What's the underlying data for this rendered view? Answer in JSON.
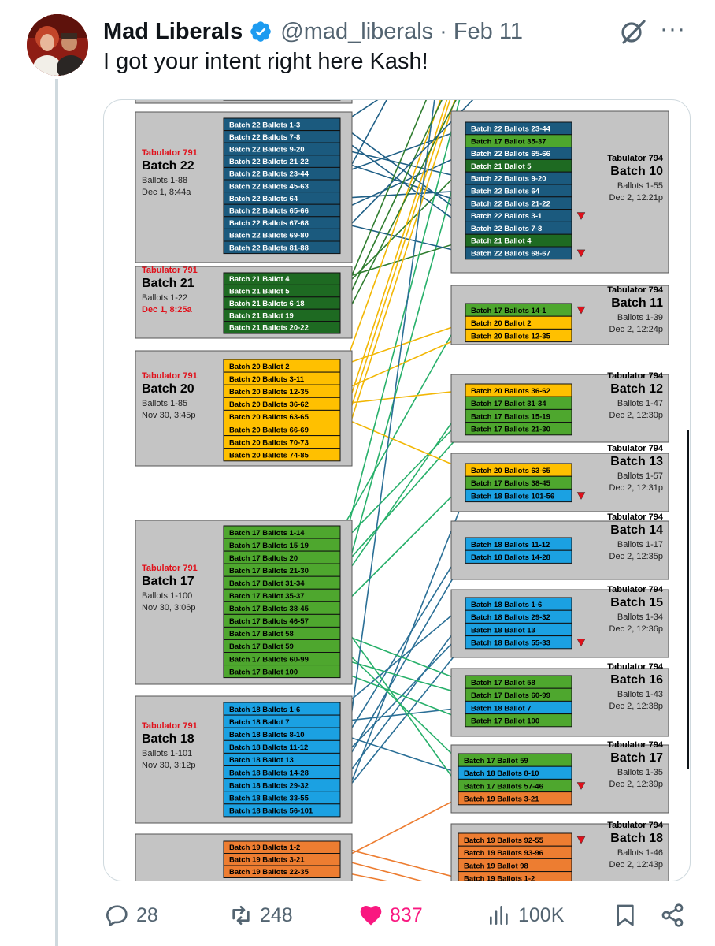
{
  "post": {
    "display_name": "Mad Liberals",
    "handle": "@mad_liberals",
    "separator": "·",
    "date": "Feb 11",
    "more_label": "···",
    "text": "I got your intent right here Kash!"
  },
  "colors": {
    "blue_dark": "#1b5a7e",
    "green_dark": "#1e6a22",
    "green": "#4ea72e",
    "yellow": "#ffc000",
    "cyan": "#1ba1e2",
    "orange": "#ed7d31",
    "panel": "#c4c4c4",
    "red": "#e0101a",
    "like": "#f91880"
  },
  "actions": {
    "replies": "28",
    "reposts": "248",
    "likes": "837",
    "views": "100K"
  },
  "diagram": {
    "left_groups": [
      {
        "tab": "Tabulator 791",
        "batch": "Batch 22",
        "ballots": "Ballots 1-88",
        "time": "Dec 1, 8:44a",
        "time_red": false,
        "items": [
          "Batch 22 Ballots 1-3",
          "Batch 22 Ballots 7-8",
          "Batch 22 Ballots 9-20",
          "Batch 22 Ballots 21-22",
          "Batch 22 Ballots 23-44",
          "Batch 22 Ballots 45-63",
          "Batch 22 Ballots 64",
          "Batch 22 Ballots 65-66",
          "Batch 22 Ballots 67-68",
          "Batch 22 Ballots 69-80",
          "Batch 22 Ballots  81-88"
        ]
      },
      {
        "tab": "Tabulator 791",
        "batch": "Batch 21",
        "ballots": "Ballots 1-22",
        "time": "Dec 1, 8:25a",
        "time_red": true,
        "items": [
          "Batch 21 Ballot 4",
          "Batch 21 Ballot 5",
          "Batch 21 Ballots 6-18",
          "Batch 21 Ballot 19",
          "Batch 21 Ballots 20-22"
        ]
      },
      {
        "tab": "Tabulator 791",
        "batch": "Batch 20",
        "ballots": "Ballots 1-85",
        "time": "Nov 30, 3:45p",
        "time_red": false,
        "items": [
          "Batch 20 Ballot 2",
          "Batch 20 Ballots 3-11",
          "Batch 20 Ballots 12-35",
          "Batch 20 Ballots 36-62",
          "Batch 20 Ballots 63-65",
          "Batch 20 Ballots 66-69",
          "Batch 20 Ballots 70-73",
          "Batch 20 Ballots 74-85"
        ]
      },
      {
        "tab": "Tabulator 791",
        "batch": "Batch 17",
        "ballots": "Ballots 1-100",
        "time": "Nov 30, 3:06p",
        "time_red": false,
        "items": [
          "Batch 17 Ballots 1-14",
          "Batch 17 Ballots 15-19",
          "Batch 17 Ballots 20",
          "Batch 17 Ballots 21-30",
          "Batch 17 Ballot 31-34",
          "Batch 17 Ballot 35-37",
          "Batch 17 Ballots 38-45",
          "Batch 17 Ballots 46-57",
          "Batch 17 Ballot 58",
          "Batch 17 Ballot 59",
          "Batch 17 Ballots 60-99",
          "Batch 17 Ballot 100"
        ]
      },
      {
        "tab": "Tabulator 791",
        "batch": "Batch 18",
        "ballots": "Ballots 1-101",
        "time": "Nov 30, 3:12p",
        "time_red": false,
        "items": [
          "Batch 18 Ballots 1-6",
          "Batch 18 Ballot 7",
          "Batch 18 Ballots 8-10",
          "Batch 18 Ballots 11-12",
          "Batch 18 Ballot 13",
          "Batch 18 Ballots 14-28",
          "Batch 18 Ballots 29-32",
          "Batch 18 Ballots 33-55",
          "Batch 18 Ballots 56-101"
        ]
      },
      {
        "tab": "",
        "batch": "",
        "ballots": "",
        "time": "",
        "time_red": false,
        "items": [
          "Batch 19 Ballots 1-2",
          "Batch 19 Ballots 3-21",
          "Batch 19 Ballots 22-35"
        ]
      }
    ],
    "right_groups": [
      {
        "tab": "Tabulator 794",
        "batch": "Batch 10",
        "ballots": "Ballots 1-55",
        "time": "Dec 2, 12:21p",
        "items": [
          "Batch 22 Ballots 23-44",
          "Batch 17 Ballot 35-37",
          "Batch 22 Ballots 65-66",
          "Batch 21 Ballot 5",
          "Batch 22 Ballots 9-20",
          "Batch 22 Ballots 64",
          "Batch 22 Ballots 21-22",
          "Batch 22 Ballots 3-1",
          "Batch 22 Ballots 7-8",
          "Batch 21 Ballot 4",
          "Batch 22 Ballots 68-67"
        ]
      },
      {
        "tab": "Tabulator 794",
        "batch": "Batch 11",
        "ballots": "Ballots 1-39",
        "time": "Dec 2, 12:24p",
        "items": [
          "Batch 17 Ballots 14-1",
          "Batch 20 Ballot 2",
          "Batch 20 Ballots 12-35"
        ]
      },
      {
        "tab": "Tabulator 794",
        "batch": "Batch 12",
        "ballots": "Ballots 1-47",
        "time": "Dec 2, 12:30p",
        "items": [
          "Batch 20 Ballots 36-62",
          "Batch 17 Ballot 31-34",
          "Batch 17 Ballots 15-19",
          "Batch 17 Ballots 21-30"
        ]
      },
      {
        "tab": "Tabulator 794",
        "batch": "Batch 13",
        "ballots": "Ballots 1-57",
        "time": "Dec 2, 12:31p",
        "items": [
          "Batch 20 Ballots 63-65",
          "Batch 17 Ballots 38-45",
          "Batch 18 Ballots 101-56"
        ]
      },
      {
        "tab": "Tabulator 794",
        "batch": "Batch 14",
        "ballots": "Ballots 1-17",
        "time": "Dec 2, 12:35p",
        "items": [
          "Batch 18 Ballots 11-12",
          "Batch 18 Ballots 14-28"
        ]
      },
      {
        "tab": "Tabulator 794",
        "batch": "Batch 15",
        "ballots": "Ballots 1-34",
        "time": "Dec 2, 12:36p",
        "items": [
          "Batch 18 Ballots 1-6",
          "Batch 18 Ballots 29-32",
          "Batch 18 Ballot 13",
          "Batch 18 Ballots 55-33"
        ]
      },
      {
        "tab": "Tabulator 794",
        "batch": "Batch 16",
        "ballots": "Ballots 1-43",
        "time": "Dec 2, 12:38p",
        "items": [
          "Batch 17 Ballot 58",
          "Batch 17 Ballots 60-99",
          "Batch 18 Ballot 7",
          "Batch 17 Ballot 100"
        ]
      },
      {
        "tab": "Tabulator 794",
        "batch": "Batch 17",
        "ballots": "Ballots 1-35",
        "time": "Dec 2, 12:39p",
        "items": [
          "Batch 17 Ballot 59",
          "Batch 18 Ballots 8-10",
          "Batch 17 Ballots 57-46",
          "Batch 19 Ballots 3-21"
        ]
      },
      {
        "tab": "Tabulator 794",
        "batch": "Batch 18",
        "ballots": "Ballots 1-46",
        "time": "Dec 2, 12:43p",
        "items": [
          "Batch 19 Ballots 92-55",
          "Batch 19 Ballots 93-96",
          "Batch 19 Ballot 98",
          "Batch 19 Ballots 1-2"
        ]
      }
    ]
  }
}
